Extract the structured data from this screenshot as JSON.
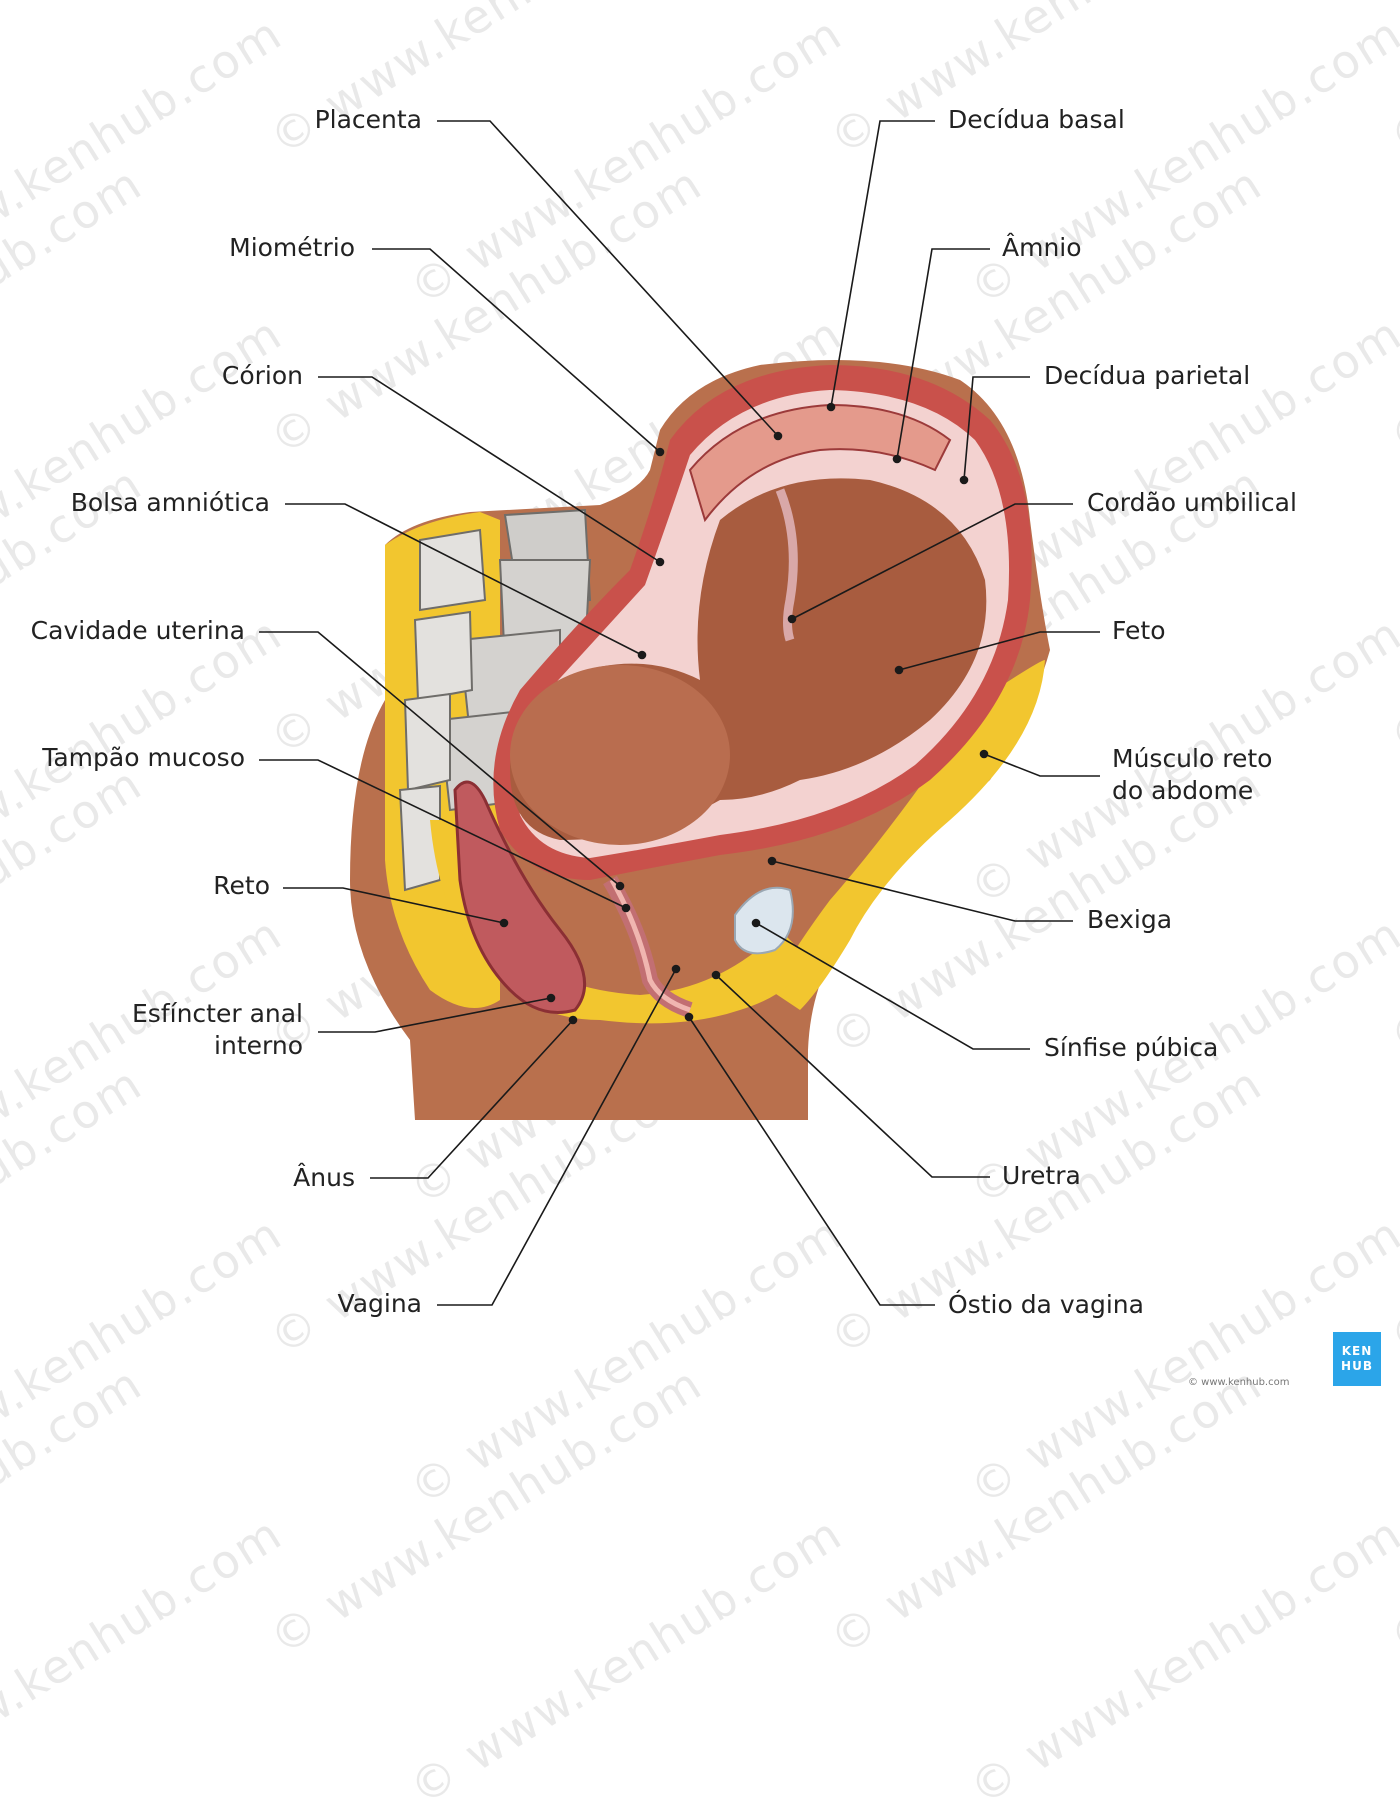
{
  "watermark": "© www.kenhub.com",
  "logo": {
    "line1": "KEN",
    "line2": "HUB"
  },
  "copyright": "© www.kenhub.com",
  "colors": {
    "skin": "#b9704d",
    "fat": "#f2c62f",
    "muscle": "#c9514b",
    "uterine_wall": "#d5695c",
    "amniotic_fluid": "#f3d2d0",
    "bone": "#d4d2cf",
    "leader_line": "#1a1a1a",
    "logo_blue": "#2ba5e9"
  },
  "labels_left": [
    {
      "id": "placenta",
      "text": "Placenta"
    },
    {
      "id": "miometrio",
      "text": "Miométrio"
    },
    {
      "id": "corion",
      "text": "Córion"
    },
    {
      "id": "bolsa",
      "text": "Bolsa amniótica"
    },
    {
      "id": "cavidade",
      "text": "Cavidade uterina"
    },
    {
      "id": "tampao",
      "text": "Tampão mucoso"
    },
    {
      "id": "reto",
      "text": "Reto"
    },
    {
      "id": "esfincter",
      "text": "Esfíncter anal",
      "text2": "interno"
    },
    {
      "id": "anus",
      "text": "Ânus"
    },
    {
      "id": "vagina",
      "text": "Vagina"
    }
  ],
  "labels_right": [
    {
      "id": "decidua_basal",
      "text": "Decídua basal"
    },
    {
      "id": "amnio",
      "text": "Âmnio"
    },
    {
      "id": "decidua_parietal",
      "text": "Decídua parietal"
    },
    {
      "id": "cordao",
      "text": "Cordão umbilical"
    },
    {
      "id": "feto",
      "text": "Feto"
    },
    {
      "id": "musculo",
      "text": "Músculo reto",
      "text2": "do abdome"
    },
    {
      "id": "bexiga",
      "text": "Bexiga"
    },
    {
      "id": "sinfise",
      "text": "Sínfise púbica"
    },
    {
      "id": "uretra",
      "text": "Uretra"
    },
    {
      "id": "ostio",
      "text": "Óstio da vagina"
    }
  ]
}
